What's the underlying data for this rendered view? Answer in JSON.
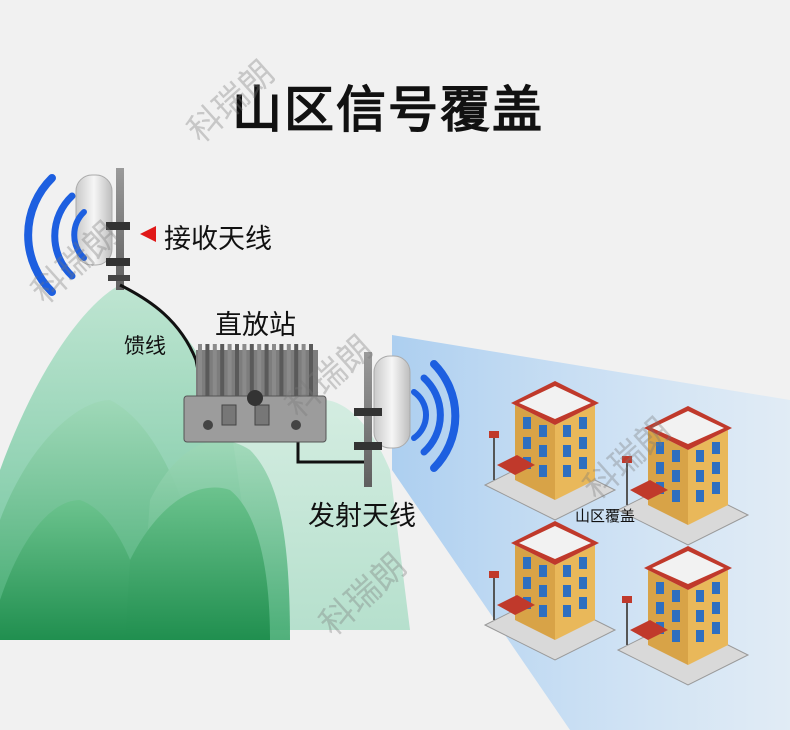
{
  "title": "山区信号覆盖",
  "labels": {
    "receive_antenna": "接收天线",
    "repeater": "直放站",
    "feeder": "馈线",
    "transmit_antenna": "发射天线",
    "coverage_area": "山区覆盖"
  },
  "watermark": "科瑞朗",
  "colors": {
    "background": "#f1f1f1",
    "signal_wave": "#1d5fe0",
    "pointer_arrow": "#e01818",
    "mountain_dark": "#2a9b5c",
    "mountain_light": "#a8dcc4",
    "coverage_beam": "#b9d6f2",
    "building_wall": "#e9b85a",
    "building_roof": "#c0392b"
  }
}
